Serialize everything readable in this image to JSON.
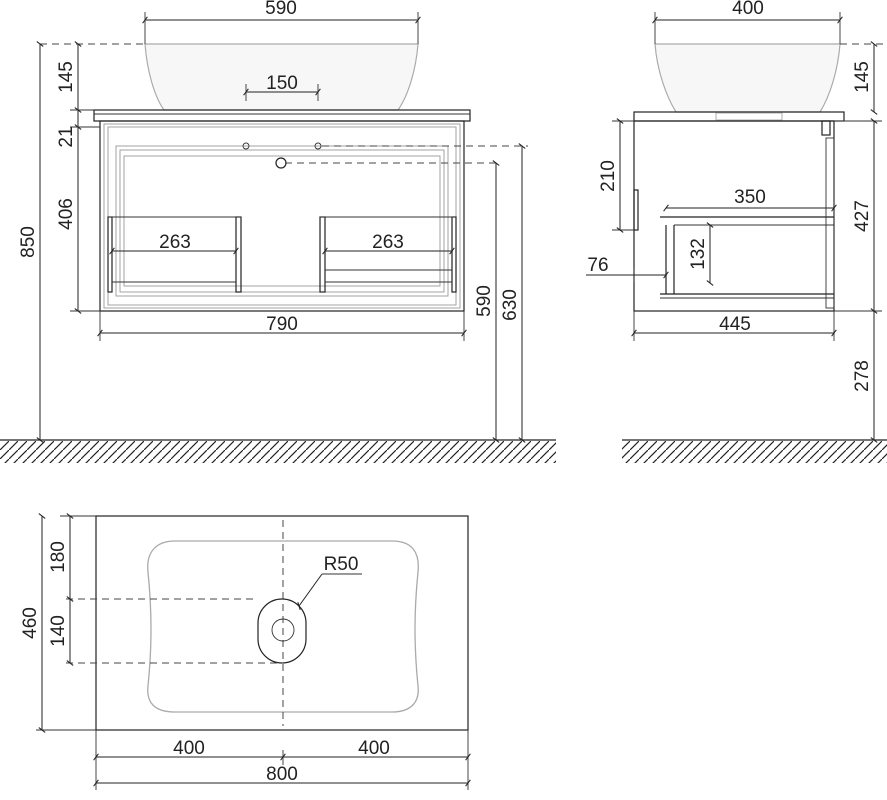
{
  "front_view": {
    "bowl_width": "590",
    "bowl_height": "145",
    "drain_spacing": "150",
    "worktop_thickness": "21",
    "drawer_height": "406",
    "total_height": "850",
    "left_compartment_width": "263",
    "right_compartment_width": "263",
    "cabinet_width": "790",
    "drain_height": "590",
    "worktop_height": "630"
  },
  "side_view": {
    "bowl_width": "400",
    "bowl_height": "145",
    "upper_gap": "210",
    "shelf_depth": "350",
    "cabinet_height": "427",
    "shelf_height": "132",
    "recess": "76",
    "cabinet_depth": "445",
    "floor_gap": "278"
  },
  "plan_view": {
    "basin_depth_offset": "180",
    "total_depth": "460",
    "drain_offset": "140",
    "radius_label": "R50",
    "half_width_left": "400",
    "half_width_right": "400",
    "total_width": "800"
  }
}
